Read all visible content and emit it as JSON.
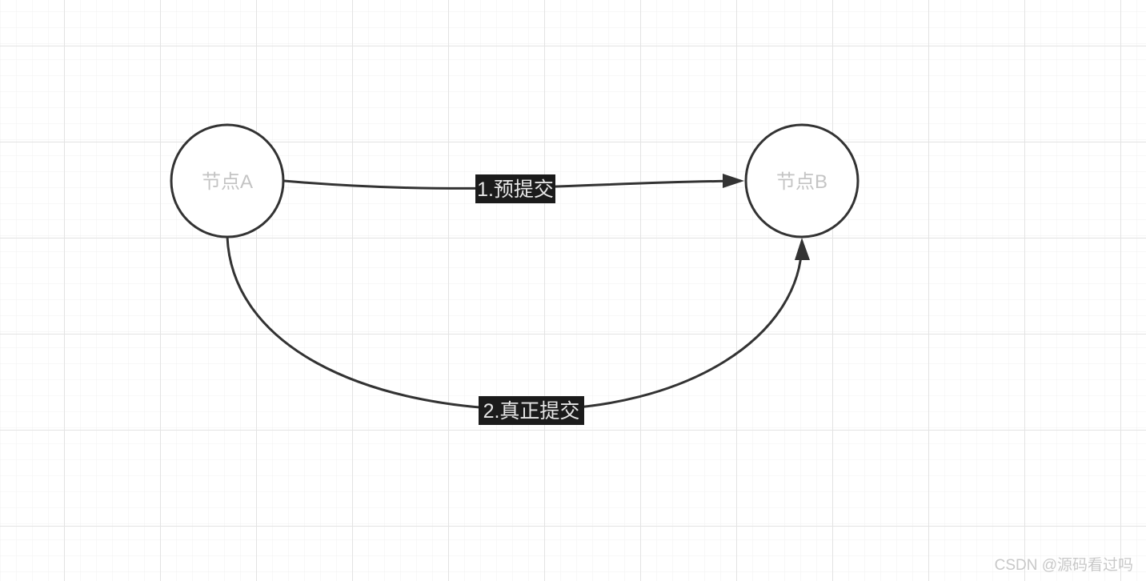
{
  "colors": {
    "background": "#ffffff",
    "grid_minor": "#f1f1f1",
    "grid_major": "#e3e3e3",
    "stroke": "#333333",
    "node_fill": "#ffffff",
    "node_text": "#c4c4c4",
    "edge_label_bg": "#1b1b1b",
    "edge_label_text": "#e6e6e6",
    "watermark_text": "#c8c8c8"
  },
  "diagram": {
    "nodes": [
      {
        "id": "node-a",
        "label": "节点A",
        "shape": "circle"
      },
      {
        "id": "node-b",
        "label": "节点B",
        "shape": "circle"
      }
    ],
    "edges": [
      {
        "from": "node-a",
        "to": "node-b",
        "label": "1.预提交"
      },
      {
        "from": "node-a",
        "to": "node-b",
        "label": "2.真正提交"
      }
    ]
  },
  "watermark": {
    "text": "CSDN @源码看过吗"
  }
}
